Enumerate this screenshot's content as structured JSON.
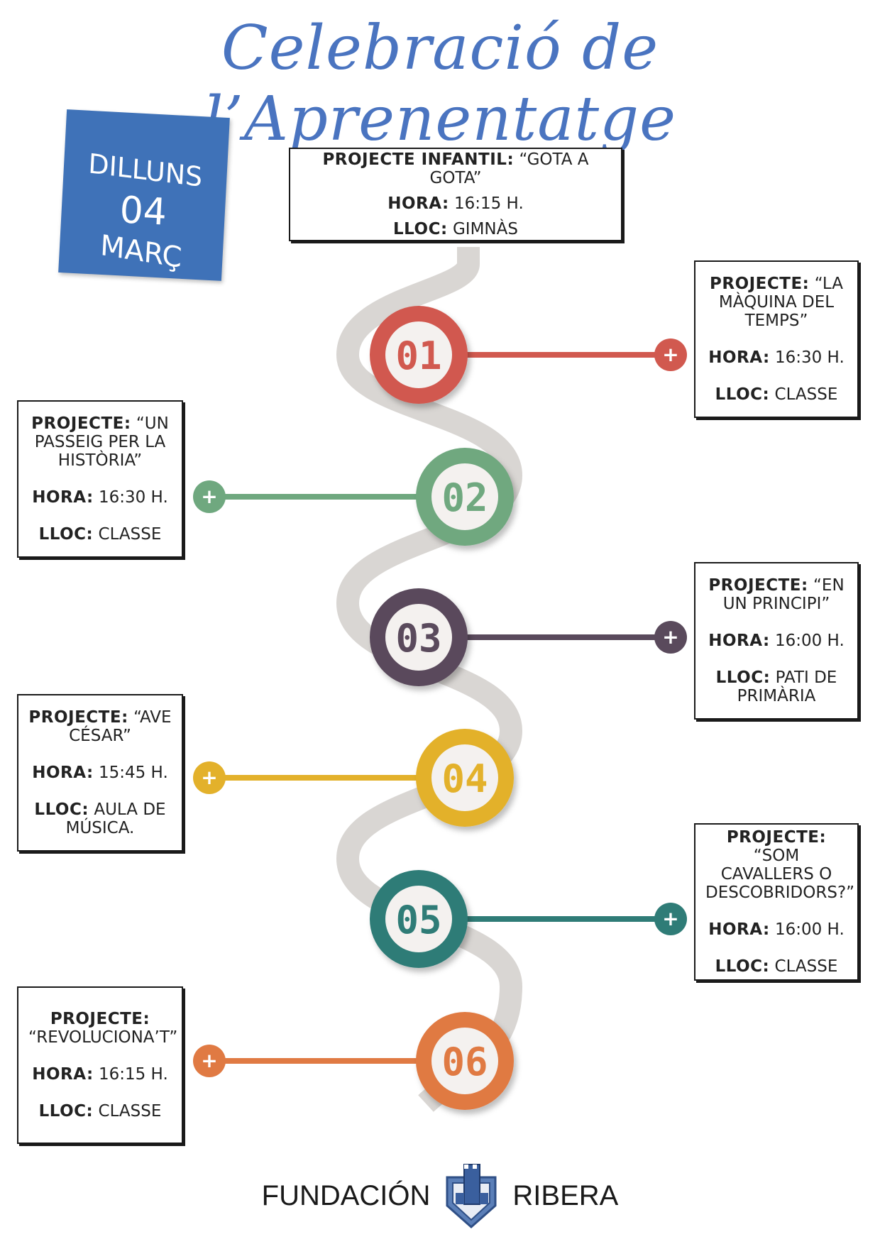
{
  "title": "Celebració de l’Aprenentatge",
  "date": {
    "day_name": "DILLUNS",
    "day": "04",
    "month": "MARÇ"
  },
  "colors": {
    "title": "#4a74c0",
    "date_box": "#3f72b8",
    "path": "#d9d6d3",
    "step_01": "#d1594f",
    "step_02": "#6fa87f",
    "step_03": "#5a4a5c",
    "step_04": "#e3b12b",
    "step_05": "#2f7c77",
    "step_06": "#e07a43"
  },
  "top_box": {
    "line1_label": "PROJECTE INFANTIL:",
    "line1_value": "“GOTA A GOTA”",
    "hora_label": "HORA:",
    "hora_value": "16:15 H.",
    "lloc_label": "LLOC:",
    "lloc_value": "GIMNÀS"
  },
  "steps": [
    {
      "number": "01",
      "project_label": "PROJECTE:",
      "project_value": "“LA MÀQUINA DEL TEMPS”",
      "hora_label": "HORA:",
      "hora_value": "16:30 H.",
      "lloc_label": "LLOC:",
      "lloc_value": "CLASSE"
    },
    {
      "number": "02",
      "project_label": "PROJECTE:",
      "project_value": "“UN PASSEIG PER LA HISTÒRIA”",
      "hora_label": "HORA:",
      "hora_value": "16:30 H.",
      "lloc_label": "LLOC:",
      "lloc_value": "CLASSE"
    },
    {
      "number": "03",
      "project_label": "PROJECTE:",
      "project_value": "“EN UN PRINCIPI”",
      "hora_label": "HORA:",
      "hora_value": "16:00 H.",
      "lloc_label": "LLOC:",
      "lloc_value": "PATI DE PRIMÀRIA"
    },
    {
      "number": "04",
      "project_label": "PROJECTE:",
      "project_value": "“AVE CÉSAR”",
      "hora_label": "HORA:",
      "hora_value": "15:45 H.",
      "lloc_label": "LLOC:",
      "lloc_value": "AULA DE MÚSICA."
    },
    {
      "number": "05",
      "project_label": "PROJECTE:",
      "project_value": "“SOM CAVALLERS O DESCOBRIDORS?”",
      "hora_label": "HORA:",
      "hora_value": "16:00 H.",
      "lloc_label": "LLOC:",
      "lloc_value": "CLASSE"
    },
    {
      "number": "06",
      "project_label": "PROJECTE:",
      "project_value": "“REVOLUCIONA’T”",
      "hora_label": "HORA:",
      "hora_value": "16:15 H.",
      "lloc_label": "LLOC:",
      "lloc_value": "CLASSE"
    }
  ],
  "plus_glyph": "+",
  "footer": {
    "left": "FUNDACIÓN",
    "right": "RIBERA",
    "logo_icon": "castle-shield-logo"
  }
}
